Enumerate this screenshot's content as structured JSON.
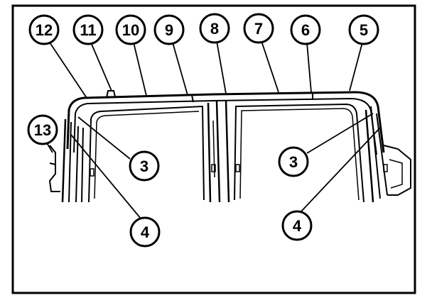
{
  "diagram": {
    "callouts": [
      {
        "id": "c12",
        "label": "12"
      },
      {
        "id": "c11",
        "label": "11"
      },
      {
        "id": "c10",
        "label": "10"
      },
      {
        "id": "c9",
        "label": "9"
      },
      {
        "id": "c8",
        "label": "8"
      },
      {
        "id": "c7",
        "label": "7"
      },
      {
        "id": "c6",
        "label": "6"
      },
      {
        "id": "c5",
        "label": "5"
      },
      {
        "id": "c13",
        "label": "13"
      },
      {
        "id": "c3a",
        "label": "3"
      },
      {
        "id": "c3b",
        "label": "3"
      },
      {
        "id": "c4a",
        "label": "4"
      },
      {
        "id": "c4b",
        "label": "4"
      }
    ]
  }
}
